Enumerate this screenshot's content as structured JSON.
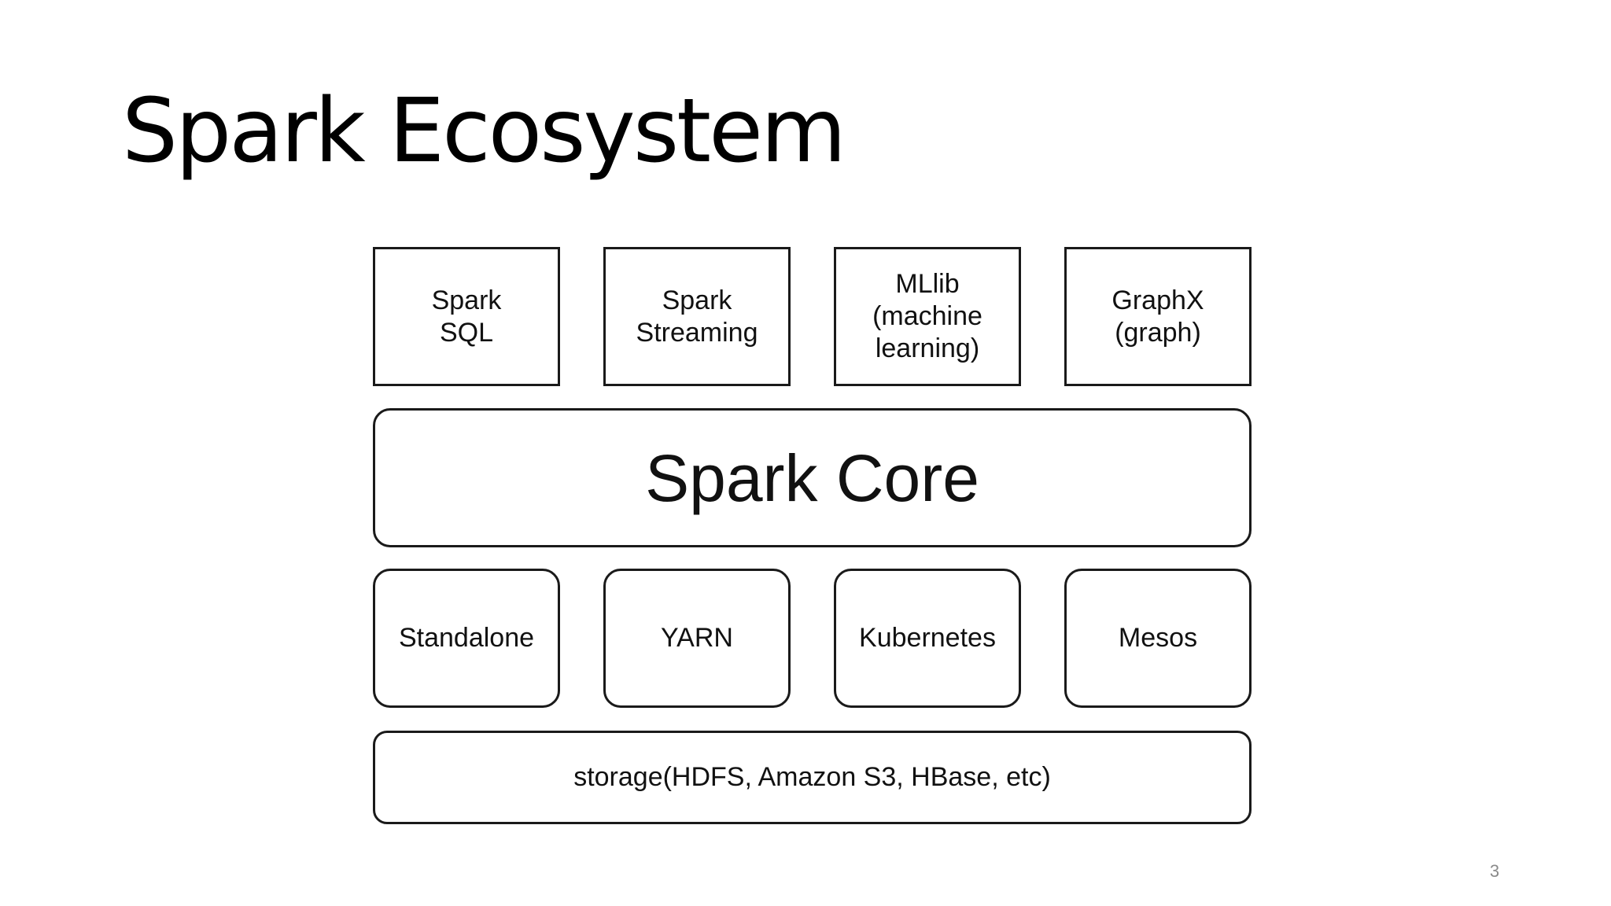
{
  "slide": {
    "title": "Spark Ecosystem",
    "page_number": "3"
  },
  "diagram": {
    "libraries": [
      {
        "label": "Spark\nSQL"
      },
      {
        "label": "Spark\nStreaming"
      },
      {
        "label": "MLlib\n(machine\nlearning)"
      },
      {
        "label": "GraphX\n(graph)"
      }
    ],
    "core": {
      "label": "Spark Core"
    },
    "cluster_managers": [
      {
        "label": "Standalone"
      },
      {
        "label": "YARN"
      },
      {
        "label": "Kubernetes"
      },
      {
        "label": "Mesos"
      }
    ],
    "storage": {
      "label": "storage(HDFS, Amazon S3, HBase, etc)"
    }
  }
}
